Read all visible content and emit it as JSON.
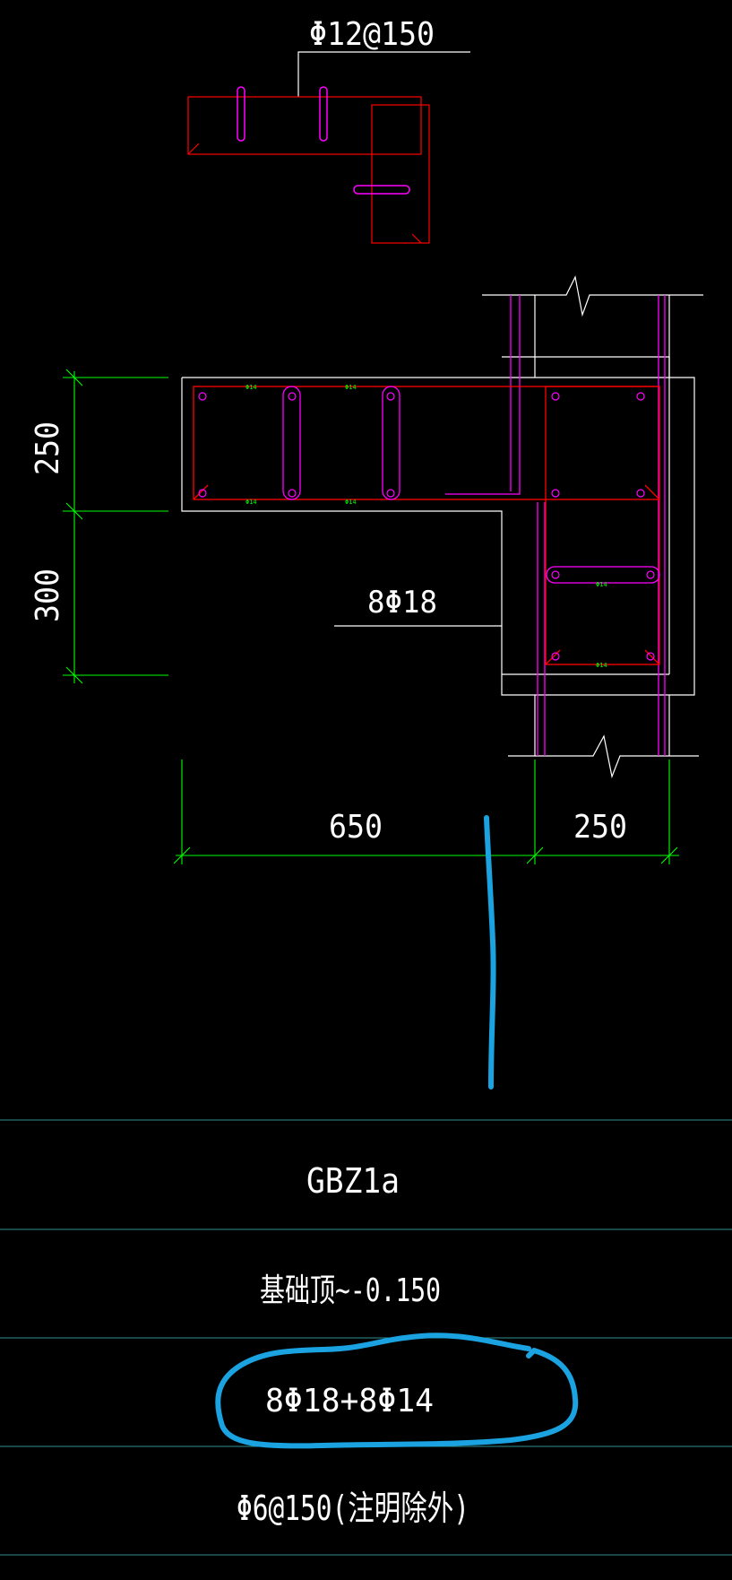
{
  "detail": {
    "stirrup_callout": "Φ12@150",
    "main_rebar_callout": "8Φ18",
    "tie_mark": "Φ14",
    "dimensions": {
      "left_top": "250",
      "left_bottom": "300",
      "bottom_left": "650",
      "bottom_right": "250"
    }
  },
  "table": {
    "rows": [
      {
        "name": "row-label",
        "text": "GBZ1a"
      },
      {
        "name": "row-elevation",
        "text": "基础顶~-0.150"
      },
      {
        "name": "row-longitudinal-rebar",
        "text": "8Φ18+8Φ14"
      },
      {
        "name": "row-stirrup",
        "text": "Φ6@150(注明除外)"
      }
    ]
  },
  "colors": {
    "background": "#000000",
    "outline": "#ffffff",
    "stirrup": "#ff0000",
    "tie": "#ff00ff",
    "dimension": "#00ff00",
    "table_line": "#2f8f8f",
    "annotation": "#1aa3e0"
  }
}
